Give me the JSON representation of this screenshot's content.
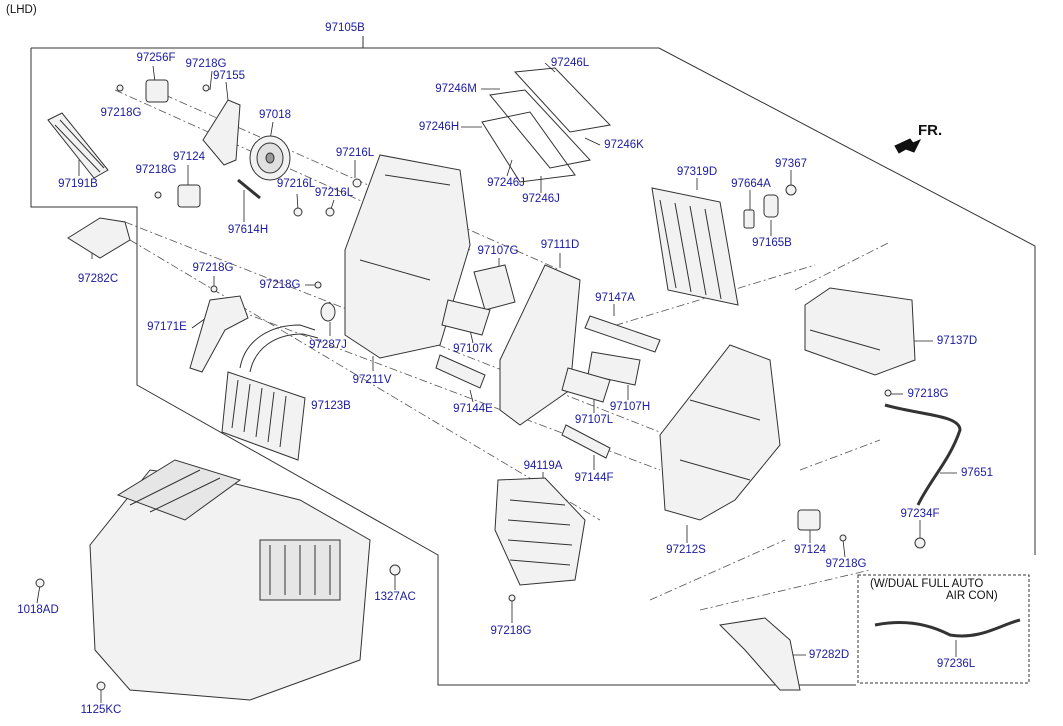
{
  "header": {
    "variant": "(LHD)",
    "assembly_number": "97105B"
  },
  "direction": {
    "label": "FR."
  },
  "note": {
    "line1": "(W/DUAL FULL AUTO",
    "line2": "AIR CON)"
  },
  "labels": {
    "p97256F": "97256F",
    "p97218G_top": "97218G",
    "p97155": "97155",
    "p97218G_left": "97218G",
    "p97018": "97018",
    "p97191B": "97191B",
    "p97124_top": "97124",
    "p97218G_mid": "97218G",
    "p97216L_a": "97216L",
    "p97216L_b": "97216L",
    "p97216L_c": "97216L",
    "p97614H": "97614H",
    "p97282C": "97282C",
    "p97218G_b": "97218G",
    "p97218G_c": "97218G",
    "p97171E": "97171E",
    "p97287J": "97287J",
    "p97211V": "97211V",
    "p97123B": "97123B",
    "p97246L": "97246L",
    "p97246M": "97246M",
    "p97246H": "97246H",
    "p97246K": "97246K",
    "p97246J_a": "97246J",
    "p97246J_b": "97246J",
    "p97107G": "97107G",
    "p97111D": "97111D",
    "p97107K": "97107K",
    "p97144E": "97144E",
    "p97319D": "97319D",
    "p97664A": "97664A",
    "p97367": "97367",
    "p97165B": "97165B",
    "p97147A": "97147A",
    "p97107H": "97107H",
    "p97107L": "97107L",
    "p97144F": "97144F",
    "p94119A": "94119A",
    "p97212S": "97212S",
    "p97137D": "97137D",
    "p97218G_r": "97218G",
    "p97651": "97651",
    "p97234F": "97234F",
    "p97124_low": "97124",
    "p97218G_low": "97218G",
    "p97218G_bottom": "97218G",
    "p97282D": "97282D",
    "p97236L": "97236L",
    "p1018AD": "1018AD",
    "p1327AC": "1327AC",
    "p1125KC": "1125KC"
  },
  "colors": {
    "label": "#1a1aa0",
    "line": "#222222",
    "part_stroke": "#333333",
    "part_fill": "#f2f2f2"
  }
}
